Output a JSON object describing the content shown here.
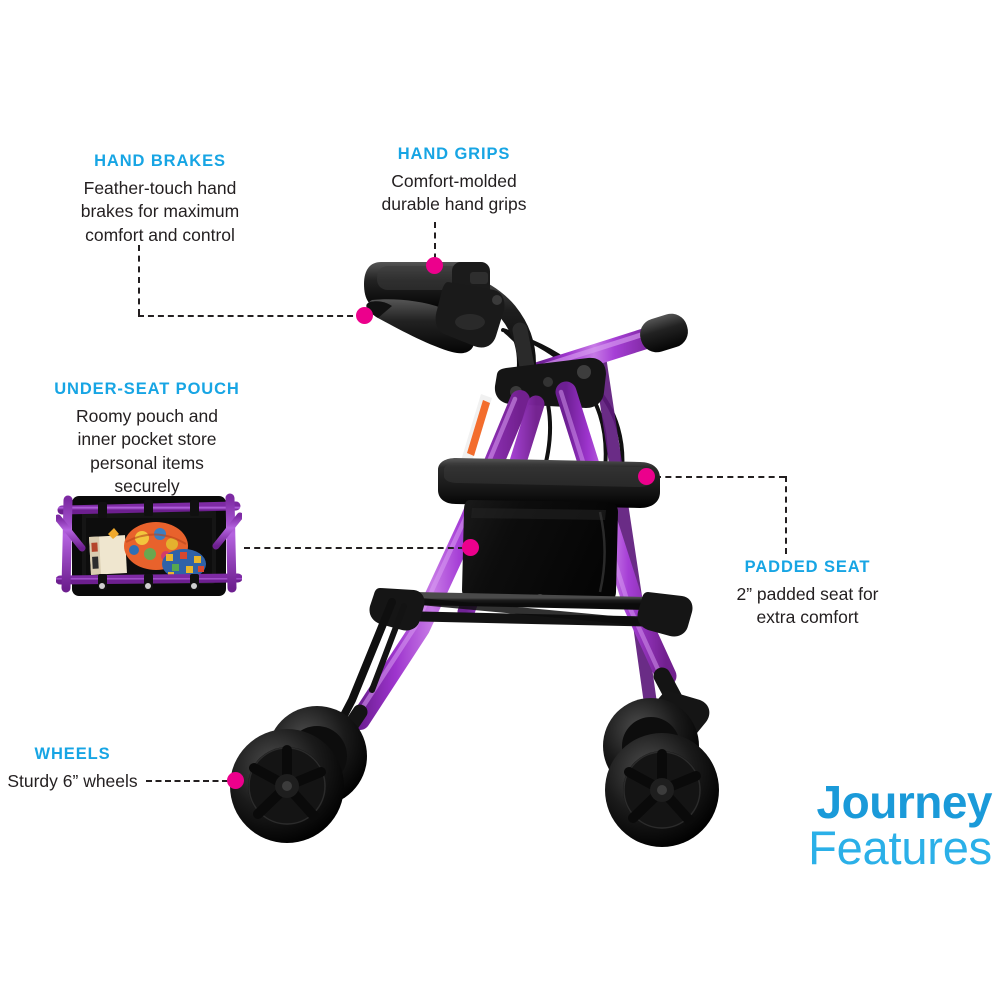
{
  "page": {
    "background": "#ffffff",
    "accent_blue": "#17a5e4",
    "accent_magenta": "#ec008c",
    "frame_purple": "#a33fd0",
    "text_color": "#231f20"
  },
  "brand": {
    "line1": "Journey",
    "line2": "Features"
  },
  "callouts": [
    {
      "id": "hand-brakes",
      "title": "HAND BRAKES",
      "body": "Feather-touch hand\nbrakes for maximum\ncomfort and control",
      "align": "center"
    },
    {
      "id": "hand-grips",
      "title": "HAND GRIPS",
      "body": "Comfort-molded\ndurable hand grips",
      "align": "center"
    },
    {
      "id": "under-seat-pouch",
      "title": "UNDER-SEAT POUCH",
      "body": "Roomy pouch and\ninner pocket store\npersonal items\nsecurely",
      "align": "center"
    },
    {
      "id": "padded-seat",
      "title": "PADDED SEAT",
      "body": "2” padded seat for\nextra comfort",
      "align": "center"
    },
    {
      "id": "wheels",
      "title": "WHEELS",
      "body": "Sturdy 6” wheels",
      "align": "center"
    }
  ],
  "product": {
    "name": "rollator-walker",
    "color": "purple",
    "parts": [
      "hand-grip",
      "brake-lever",
      "brake-cable",
      "handlebar",
      "padded-seat",
      "under-seat-pouch",
      "frame",
      "front-wheel",
      "rear-wheel"
    ]
  },
  "inset": {
    "name": "under-seat-pouch-photo",
    "contents": [
      "book",
      "floral-bag",
      "checkered-bag"
    ]
  }
}
